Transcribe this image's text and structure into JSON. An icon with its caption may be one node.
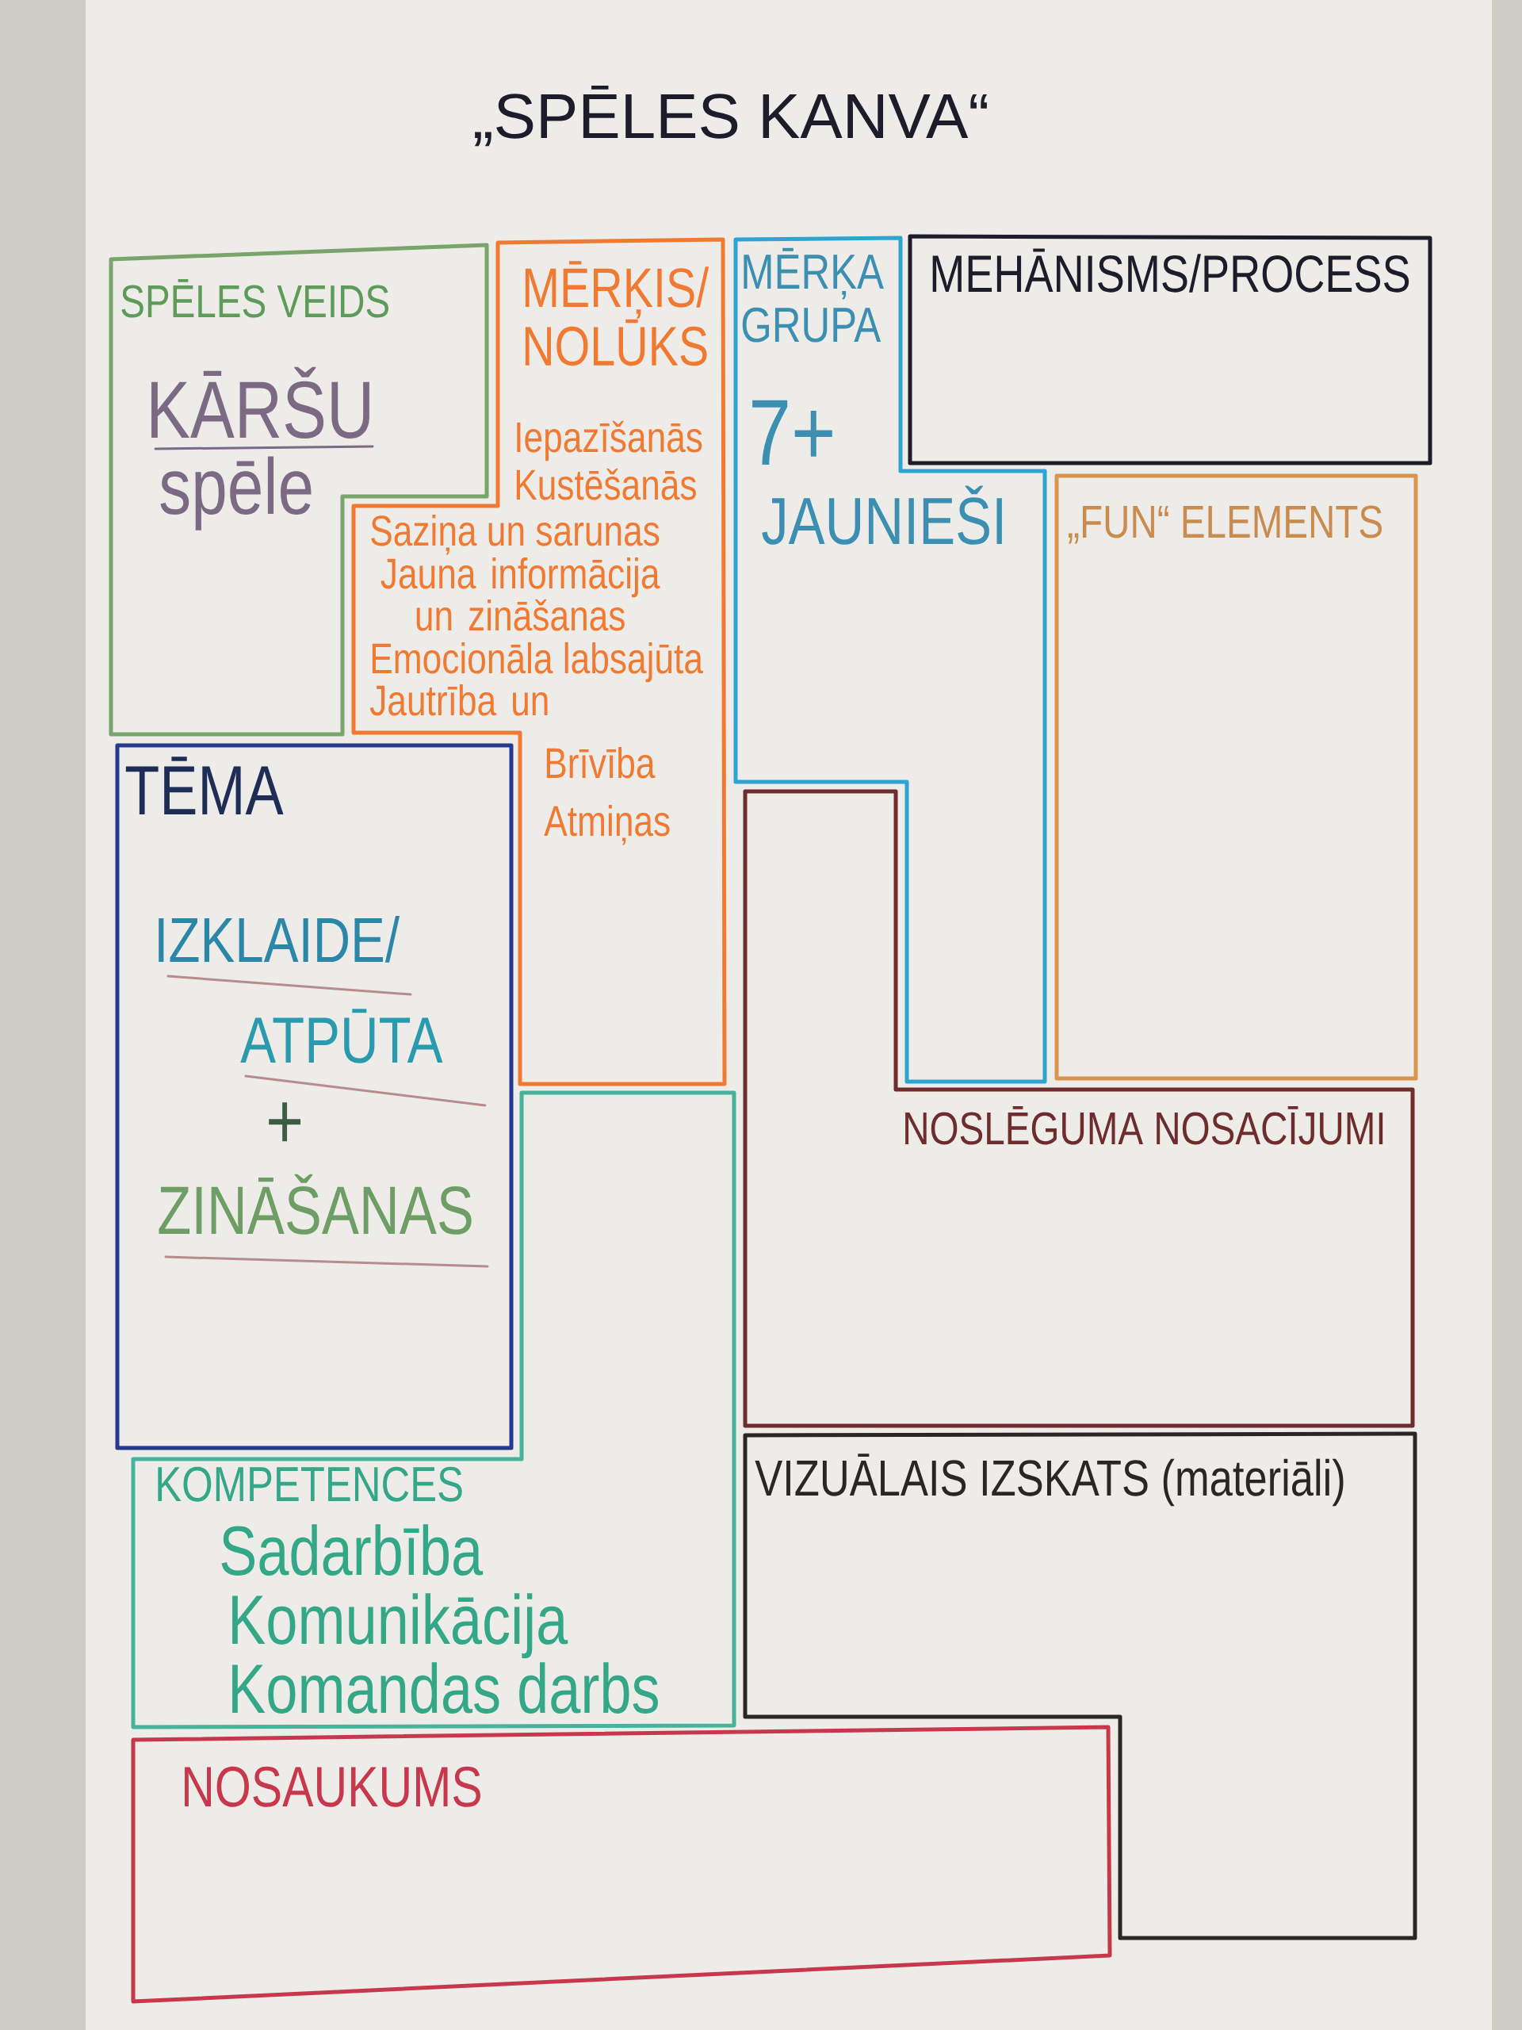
{
  "diagram": {
    "title": "„SPĒLES KANVA“",
    "nodes": [
      {
        "text": [
          "SPĒLES VEIDS",
          "KĀRŠU",
          "spēle"
        ]
      },
      {
        "text": [
          "MĒRĶIS/ NOLŪKS",
          "Iepazīšanās",
          "Kustēšanās",
          "Saziņa un sarunas",
          "Jauna informācija un zināšanas",
          "Emocionāla labsajūta",
          "Jautrība un Brīvība",
          "Atmiņas"
        ]
      },
      {
        "text": [
          "MĒRĶA GRUPA",
          "7+",
          "JAUNIEŠI"
        ]
      },
      {
        "text": [
          "MEHĀNISMS/PROCESS"
        ]
      },
      {
        "text": [
          "„FUN“ ELEMENTS"
        ]
      },
      {
        "text": [
          "TĒMA",
          "IZKLAIDE/",
          "ATPŪTA",
          "+",
          "ZINĀŠANAS"
        ]
      },
      {
        "text": [
          "NOSLĒGUMA NOSACĪJUMI"
        ]
      },
      {
        "text": [
          "KOMPETENCES",
          "Sadarbība",
          "Komunikācija",
          "Komandas darbs"
        ]
      },
      {
        "text": [
          "VIZUĀLAIS IZSKATS (materiāli)"
        ]
      },
      {
        "text": [
          "NOSAUKUMS"
        ]
      }
    ]
  }
}
